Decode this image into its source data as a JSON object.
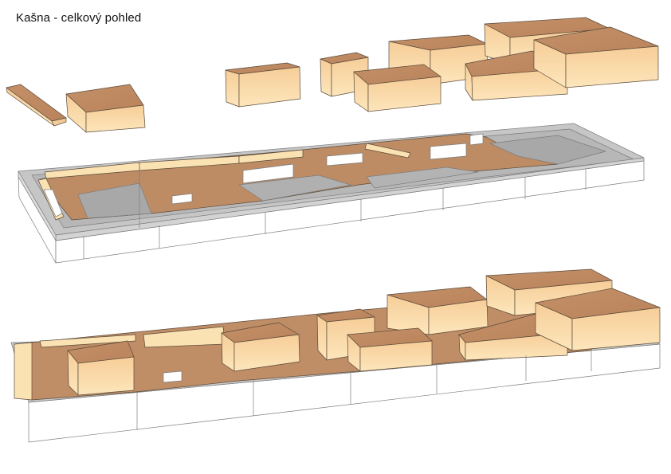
{
  "title": "Kašna - celkový pohled",
  "colors": {
    "roof": "#c8926a",
    "side_light": "#fbdfad",
    "side_mid": "#f3c995",
    "ground": "#bd8c64",
    "base_top": "#c9c9c9",
    "base_side": "#ffffff",
    "pit": "#a9a9a9",
    "outline": "#5a4a3a"
  },
  "views": [
    {
      "name": "exploded-buildings-view"
    },
    {
      "name": "terrain-view"
    },
    {
      "name": "assembled-view"
    }
  ]
}
